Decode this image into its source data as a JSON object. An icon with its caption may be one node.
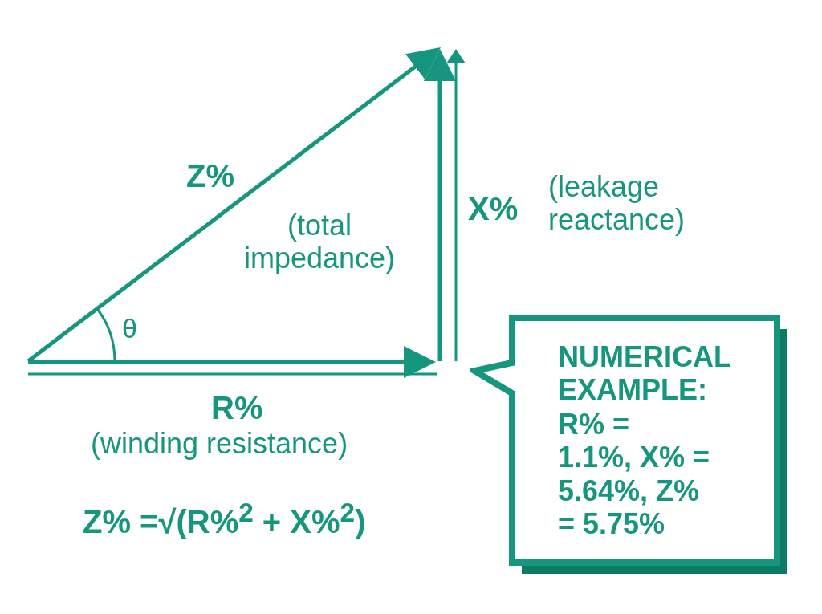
{
  "diagram": {
    "nodes": [
      {
        "text": [
          "NUMERICAL EXAMPLE:",
          "R% = 1.1%, X% = 5.64%, Z% = 5.75%"
        ]
      }
    ],
    "labels": [
      "Z%",
      "X%",
      "(leakage reactance)",
      "(total impedance)",
      "θ",
      "R%",
      "(winding resistance)",
      "Z% =√(R%$^{2}$ + X%$^{2}$)"
    ]
  }
}
